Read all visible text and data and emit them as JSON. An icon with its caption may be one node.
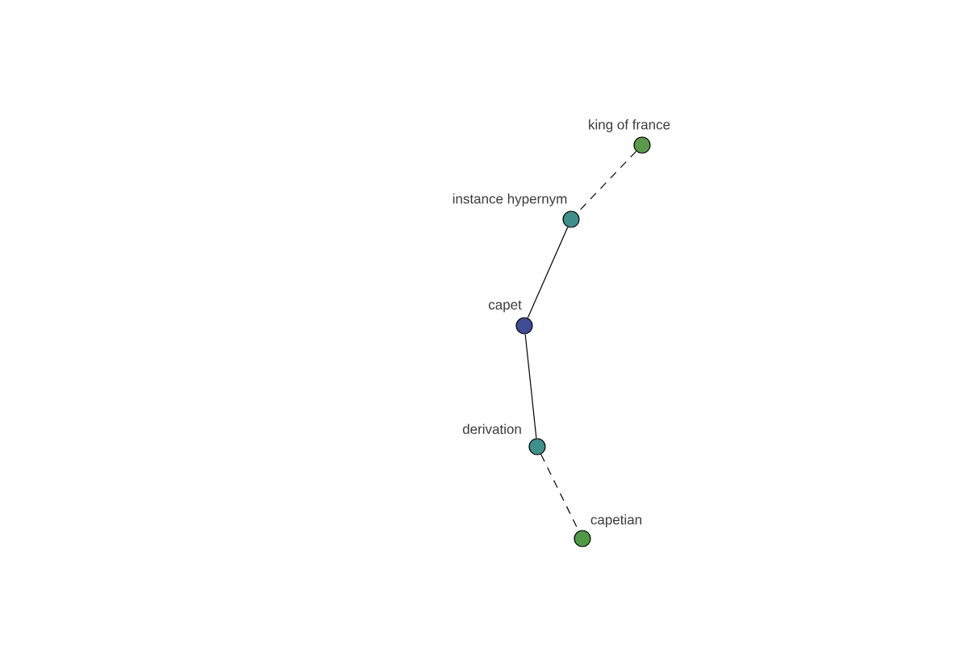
{
  "diagram": {
    "nodes": [
      {
        "text": [
          "king of france"
        ]
      },
      {
        "text": [
          "instance hypernym"
        ]
      },
      {
        "text": [
          "capet"
        ]
      },
      {
        "text": [
          "derivation"
        ]
      },
      {
        "text": [
          "capetian"
        ]
      }
    ],
    "edges": [
      {
        "from": 0,
        "to": 1,
        "arrow": "none",
        "style": "dashed"
      },
      {
        "from": 1,
        "to": 2,
        "arrow": "none"
      },
      {
        "from": 2,
        "to": 3,
        "arrow": "none"
      },
      {
        "from": 3,
        "to": 4,
        "arrow": "none",
        "style": "dashed"
      }
    ]
  }
}
